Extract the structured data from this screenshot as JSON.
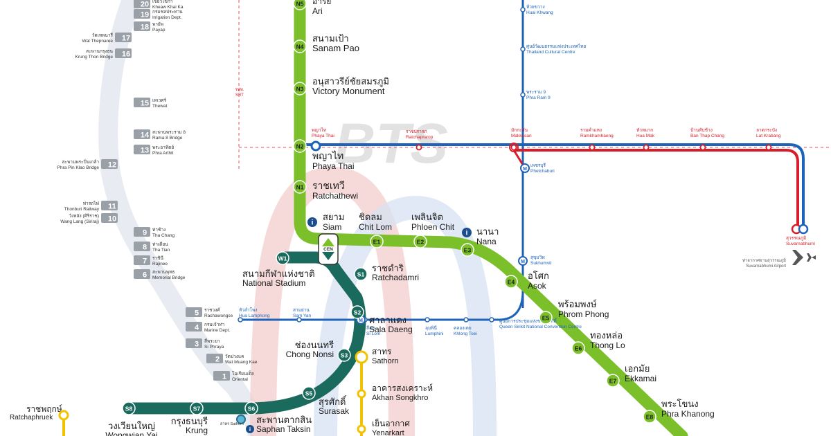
{
  "watermark": "BTS",
  "colors": {
    "sukhumvit_line": "#7bbf2a",
    "silom_line": "#1a6b5e",
    "mrt_blue": "#1e63b8",
    "airport_link": "#d81e2a",
    "gold_line": "#f2c200",
    "river": "#e3e6ee"
  },
  "sukhumvit_stations": [
    {
      "code": "N5",
      "th": "อารีย์",
      "en": "Ari"
    },
    {
      "code": "N4",
      "th": "สนามเป้า",
      "en": "Sanam Pao"
    },
    {
      "code": "N3",
      "th": "อนุสาวรีย์ชัยสมรภูมิ",
      "en": "Victory Monument"
    },
    {
      "code": "N2",
      "th": "พญาไท",
      "en": "Phaya Thai"
    },
    {
      "code": "N1",
      "th": "ราชเทวี",
      "en": "Ratchathewi"
    },
    {
      "code": "",
      "th": "สยาม",
      "en": "Siam"
    },
    {
      "code": "E1",
      "th": "ชิดลม",
      "en": "Chit Lom"
    },
    {
      "code": "E2",
      "th": "เพลินจิต",
      "en": "Phloen Chit"
    },
    {
      "code": "E3",
      "th": "นานา",
      "en": "Nana"
    },
    {
      "code": "E4",
      "th": "อโศก",
      "en": "Asok"
    },
    {
      "code": "E5",
      "th": "พร้อมพงษ์",
      "en": "Phrom Phong"
    },
    {
      "code": "E6",
      "th": "ทองหล่อ",
      "en": "Thong Lo"
    },
    {
      "code": "E7",
      "th": "เอกมัย",
      "en": "Ekkamai"
    },
    {
      "code": "E8",
      "th": "พระโขนง",
      "en": "Phra Khanong"
    }
  ],
  "central_badge": "CEN",
  "silom_stations": [
    {
      "code": "W1",
      "th": "สนามกีฬาแห่งชาติ",
      "en": "National Stadium"
    },
    {
      "code": "S1",
      "th": "ราชดำริ",
      "en": "Ratchadamri"
    },
    {
      "code": "S2",
      "th": "ศาลาแดง",
      "en": "Sala Daeng"
    },
    {
      "code": "S3",
      "th": "ช่องนนทรี",
      "en": "Chong Nonsi"
    },
    {
      "code": "S5",
      "th": "สุรศักดิ์",
      "en": "Surasak"
    },
    {
      "code": "S6",
      "th": "สะพานตากสิน",
      "en": "Saphan Taksin"
    },
    {
      "code": "S7",
      "th": "กรุงธนบุรี",
      "en": "Krung"
    },
    {
      "code": "S8",
      "th": "วงเวียนใหญ่",
      "en": "Wongwian Yai"
    }
  ],
  "mrt_vertical": [
    {
      "th": "ห้วยขวาง",
      "en": "Huai Khwang"
    },
    {
      "th": "ศูนย์วัฒนธรรมแห่งประเทศไทย",
      "en": "Thailand Cultural Centre"
    },
    {
      "th": "พระราม 9",
      "en": "Phra Ram 9"
    },
    {
      "th": "เพชรบุรี",
      "en": "Phetchaburi"
    },
    {
      "th": "สุขุมวิท",
      "en": "Sukhumvit"
    },
    {
      "th": "ศูนย์การประชุมแห่งชาติสิริกิติ์",
      "en": "Queen Sirikit National Convention Centre"
    }
  ],
  "mrt_horizontal": [
    {
      "th": "หัวลำโพง",
      "en": "Hua Lamphong"
    },
    {
      "th": "สามย่าน",
      "en": "Sam Yan"
    },
    {
      "th": "สีลม",
      "en": "Si Lom"
    },
    {
      "th": "ลุมพินี",
      "en": "Lumphini"
    },
    {
      "th": "คลองเตย",
      "en": "Khlong Toei"
    }
  ],
  "airport_link": [
    {
      "th": "พญาไท",
      "en": "Phaya Thai"
    },
    {
      "th": "ราชปรารภ",
      "en": "Ratchaprarop"
    },
    {
      "th": "มักกะสัน",
      "en": "Makkasan"
    },
    {
      "th": "รามคำแหง",
      "en": "Ramkhamhaeng"
    },
    {
      "th": "หัวหมาก",
      "en": "Hua Mak"
    },
    {
      "th": "บ้านทับช้าง",
      "en": "Ban Thap Chang"
    },
    {
      "th": "ลาดกระบัง",
      "en": "Lat Krabang"
    },
    {
      "th": "สุวรรณภูมิ",
      "en": "Suvarnabhumi"
    }
  ],
  "airport_note": {
    "th": "ท่าอากาศยานสุวรรณภูมิ",
    "en": "Suvarnabhumi Airport"
  },
  "srt": {
    "th": "รฟท.",
    "en": "SRT"
  },
  "gold_line": [
    {
      "th": "สาทร",
      "en": "Sathorn"
    },
    {
      "th": "อาคารสงเคราะห์",
      "en": "Akhan Songkhro"
    },
    {
      "th": "เย็นอากาศ",
      "en": "Yenarkart"
    }
  ],
  "purple_left": {
    "th": "ราชพฤกษ์",
    "en": "Ratchaphruek"
  },
  "sathorn_pier": "สาทร Sathorn",
  "piers": [
    {
      "num": "20",
      "th": "เขียวไข่กา",
      "en": "Kheaw Khai Ka"
    },
    {
      "num": "19",
      "th": "กรมชลประทาน",
      "en": "Irrigation Dept."
    },
    {
      "num": "18",
      "th": "พายัพ",
      "en": "Payap"
    },
    {
      "num": "17",
      "th": "วัดเทพนารี",
      "en": "Wat Thepnaree"
    },
    {
      "num": "16",
      "th": "สะพานกรุงธน",
      "en": "Krung Thon Bridge"
    },
    {
      "num": "15",
      "th": "เทเวศร์",
      "en": "Thewat"
    },
    {
      "num": "14",
      "th": "สะพานพระราม 8",
      "en": "Rama 8 Bridge"
    },
    {
      "num": "13",
      "th": "พระอาทิตย์",
      "en": "Phra Arthit"
    },
    {
      "num": "12",
      "th": "สะพานพระปิ่นเกล้า",
      "en": "Phra Pin Klao Bridge"
    },
    {
      "num": "11",
      "th": "ท่ารถไฟ",
      "en": "Thonburi Railway"
    },
    {
      "num": "10",
      "th": "วังหลัง (ศิริราช)",
      "en": "Wang Lang (Siriraj)"
    },
    {
      "num": "9",
      "th": "ท่าช้าง",
      "en": "Tha Chang"
    },
    {
      "num": "8",
      "th": "ท่าเตียน",
      "en": "Tha Tian"
    },
    {
      "num": "7",
      "th": "ราชินี",
      "en": "Rajinee"
    },
    {
      "num": "6",
      "th": "สะพานพุทธ",
      "en": "Memorial Bridge"
    },
    {
      "num": "5",
      "th": "ราชวงศ์",
      "en": "Rachawongse"
    },
    {
      "num": "4",
      "th": "กรมเจ้าท่า",
      "en": "Marine Dept."
    },
    {
      "num": "3",
      "th": "สี่พระยา",
      "en": "Si Phraya"
    },
    {
      "num": "2",
      "th": "วัดม่วงแค",
      "en": "Wat Muang Kae"
    },
    {
      "num": "1",
      "th": "โอเรียนเต็ล",
      "en": "Oriental"
    }
  ]
}
